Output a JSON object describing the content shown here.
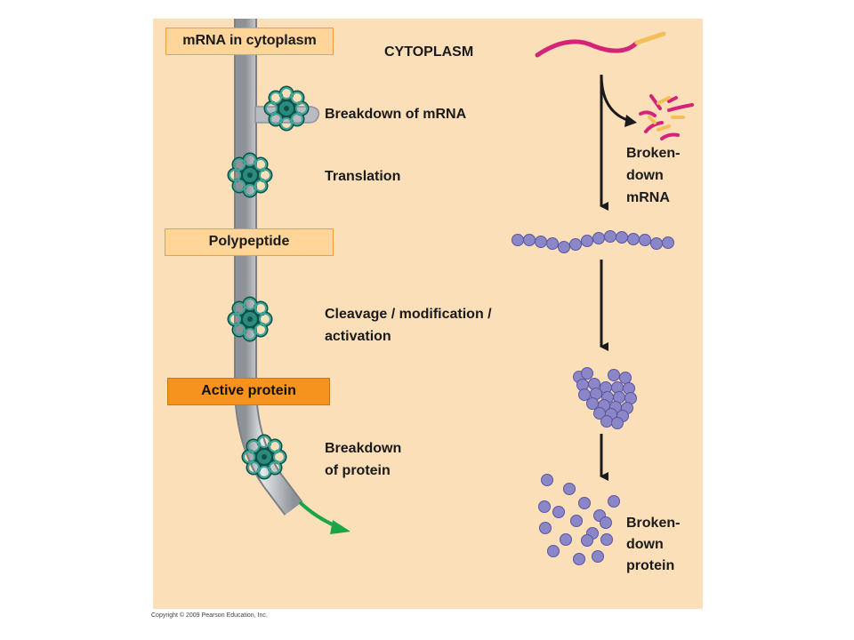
{
  "labels": {
    "mrna_in_cytoplasm": "mRNA in cytoplasm",
    "cytoplasm": "CYTOPLASM",
    "breakdown_of_mrna": "Breakdown of mRNA",
    "translation": "Translation",
    "polypeptide": "Polypeptide",
    "cleavage_line1": "Cleavage / modification /",
    "cleavage_line2": "activation",
    "active_protein": "Active protein",
    "breakdown_protein_line1": "Breakdown",
    "breakdown_protein_line2": "of protein",
    "broken_mrna_line1": "Broken-",
    "broken_mrna_line2": "down",
    "broken_mrna_line3": "mRNA",
    "broken_protein_line1": "Broken-",
    "broken_protein_line2": "down",
    "broken_protein_line3": "protein"
  },
  "copyright": "Copyright © 2009 Pearson Education, Inc.",
  "colors": {
    "background": "#fbdfb9",
    "pipe": "#b8bcc2",
    "rosette": "#2a8a7e",
    "mrna_magenta": "#d6237a",
    "mrna_yellow": "#f4bf58",
    "bead": "#8a86c8",
    "arrow_green": "#1aa54a",
    "box_light": "#ffd59a",
    "box_dark": "#f6921e"
  },
  "icons": [
    "rosette-icon",
    "mrna-strand-icon",
    "bead-chain-icon",
    "green-arrow-icon"
  ]
}
